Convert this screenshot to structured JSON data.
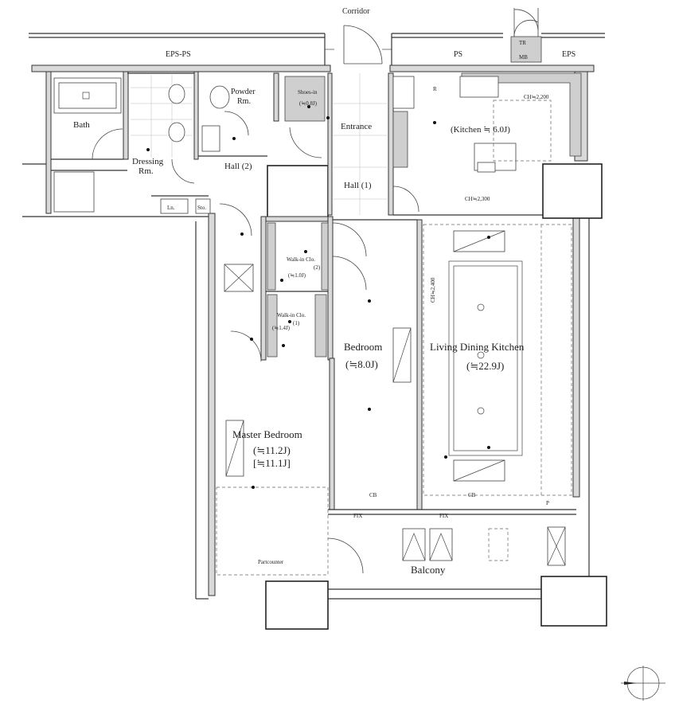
{
  "labels": {
    "corridor": "Corridor",
    "eps_ps": "EPS-PS",
    "ps": "PS",
    "eps": "EPS",
    "tr": "TR",
    "mb": "MB",
    "bath": "Bath",
    "dressing_line1": "Dressing",
    "dressing_line2": "Rm.",
    "powder_line1": "Powder",
    "powder_line2": "Rm.",
    "shoes": "Shoes-in",
    "shoes_area": "(≒0.8J)",
    "entrance": "Entrance",
    "kitchen": "(Kitchen ≒ 6.0J)",
    "hall1": "Hall (1)",
    "hall2": "Hall (2)",
    "ln": "Ln.",
    "sto": "Sto.",
    "walkin2_line1": "Walk-in Clo.",
    "walkin2_line2": "(2)",
    "walkin2_area": "(≒1.0J)",
    "walkin1_line1": "Walk-in Clo.",
    "walkin1_line2": "(1)",
    "walkin1_area": "(≒1.4J)",
    "bedroom": "Bedroom",
    "bedroom_area": "(≒8.0J)",
    "ldk": "Living Dining Kitchen",
    "ldk_area": "(≒22.9J)",
    "master": "Master Bedroom",
    "master_area1": "(≒11.2J)",
    "master_area2": "[≒11.1J]",
    "balcony": "Balcony",
    "fix1": "FIX",
    "fix2": "FIX",
    "cb1": "CB",
    "cb2": "CB",
    "p": "P",
    "r": "R",
    "ch_2200": "CH≒2,200",
    "ch_2300": "CH≒2,300",
    "ch_2400": "CH≒2,400",
    "partcounter": "Partcounter"
  }
}
